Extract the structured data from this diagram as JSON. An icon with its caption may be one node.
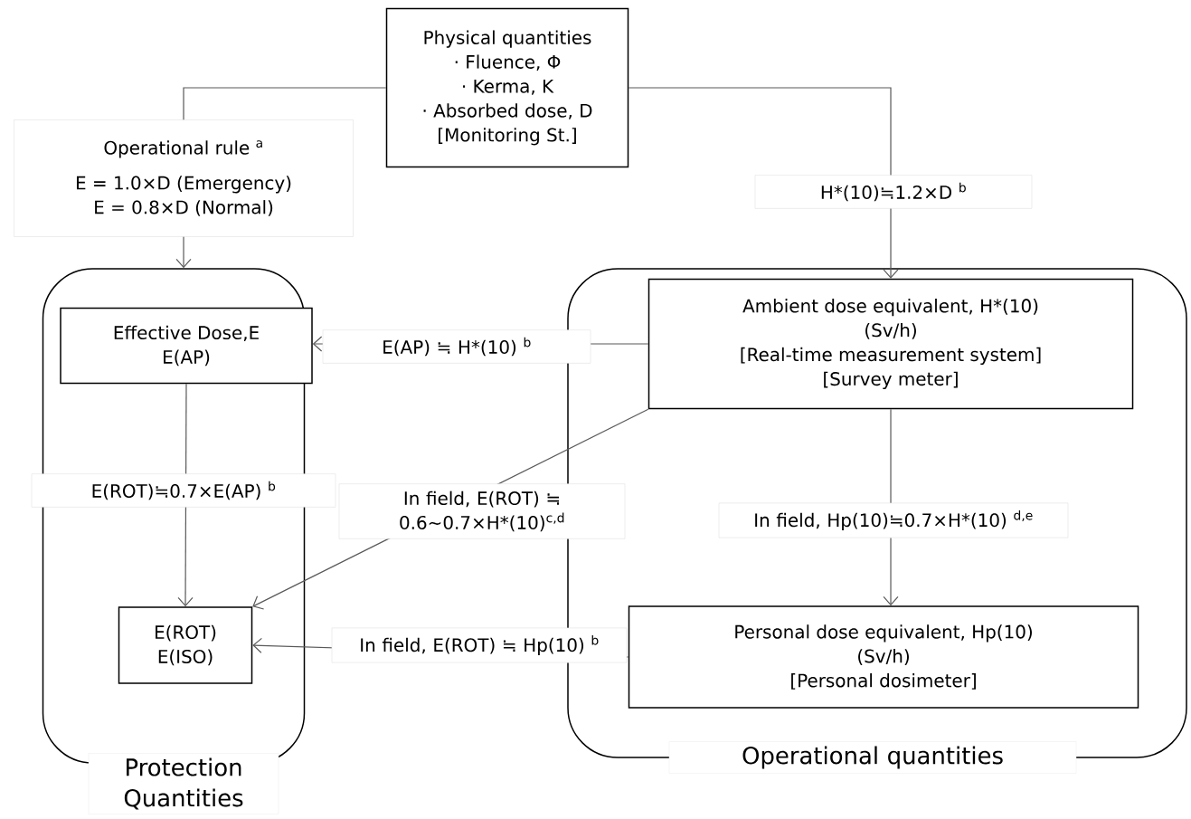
{
  "diagram": {
    "nodes": [
      {
        "text": [
          "Physical quantities",
          "· Fluence, Φ",
          "· Kerma, K",
          "· Absorbed dose, D",
          "[Monitoring St.]"
        ]
      },
      {
        "text": [
          "Operational rule $^{a}$",
          "E = 1.0×D (Emergency)",
          "E = 0.8×D (Normal)"
        ]
      },
      {
        "text": [
          "Protection Quantities"
        ]
      },
      {
        "text": [
          "Effective Dose,E",
          "E(AP)"
        ],
        "in": 2
      },
      {
        "text": [
          "E(ROT)",
          "E(ISO)"
        ],
        "in": 2
      },
      {
        "text": [
          "Operational quantities"
        ]
      },
      {
        "text": [
          "Ambient dose equivalent, H*(10)",
          "(Sv/h)",
          "[Real-time measurement system]",
          "[Survey meter]"
        ],
        "in": 5
      },
      {
        "text": [
          "Personal dose equivalent, Hp(10)",
          "(Sv/h)",
          "[Personal dosimeter]"
        ],
        "in": 5
      }
    ],
    "edges": [
      {
        "from": 0,
        "to": 1,
        "arrow": "none"
      },
      {
        "from": 1,
        "to": 2,
        "arrow": "to"
      },
      {
        "from": 0,
        "to": 6,
        "arrow": "to",
        "label": "H*(10)≒1.2×D $^{b}$"
      },
      {
        "from": 6,
        "to": 3,
        "arrow": "to",
        "label": "E(AP) ≒ H*(10) $^{b}$"
      },
      {
        "from": 3,
        "to": 4,
        "arrow": "to",
        "label": "E(ROT)≒0.7×E(AP) $^{b}$"
      },
      {
        "from": 6,
        "to": 4,
        "arrow": "to",
        "label": "In field, E(ROT) ≒ 0.6∼0.7×H*(10)$^{c,d}$"
      },
      {
        "from": 6,
        "to": 7,
        "arrow": "to",
        "label": "In field, Hp(10)≒0.7×H*(10) $^{d,e}$"
      },
      {
        "from": 7,
        "to": 4,
        "arrow": "to",
        "label": "In field, E(ROT) ≒ Hp(10) $^{b}$"
      }
    ]
  }
}
